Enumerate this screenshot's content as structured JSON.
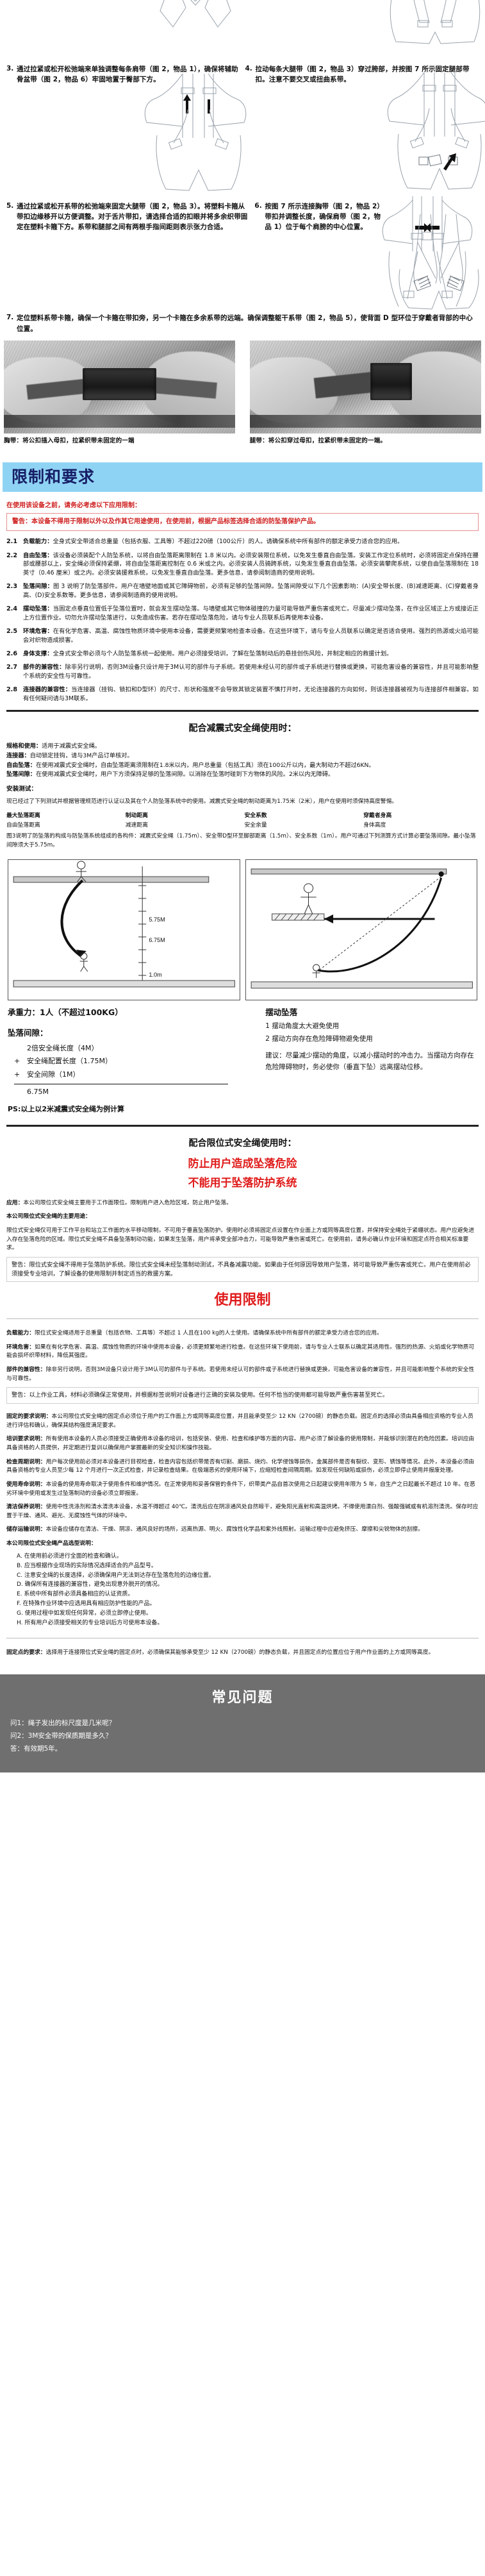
{
  "steps": [
    {
      "num": "3.",
      "text": "通过拉紧或松开松弛端来单独调整每条肩带（图 2，物品 1），确保将辅助骨盆带（图 2，物品 6）牢固地置于臀部下方。"
    },
    {
      "num": "4.",
      "text": "拉动每条大腿带（图 2，物品 3）穿过胯部，并按图 7 所示固定腿部带扣。注意不要交叉或扭曲系带。"
    },
    {
      "num": "5.",
      "text": "通过拉紧或松开系带的松弛端来固定大腿带（图 2，物品 3）。将塑料卡箍从带扣边缘移开以方便调整。对于舌片带扣，请选择合适的扣眼并将多余织带固定在塑料卡箍下方。系带和腿部之间有两根手指间距则表示张力合适。"
    },
    {
      "num": "6.",
      "text": "按图 7 所示连接胸带（图 2，物品 2）带扣并调整长度，确保肩带（图 2，物品 1）位于每个肩膀的中心位置。"
    },
    {
      "num": "7.",
      "text": "定位塑料系带卡箍，确保一个卡箍在带扣旁，另一个卡箍在多余系带的远端。确保调整躯干系带（图 2，物品 5），使背面 D 型环位于穿戴者背部的中心位置。"
    }
  ],
  "photos": [
    {
      "caption": "胸带：将公扣插入母扣，拉紧织带未固定的一端"
    },
    {
      "caption": "腿带：将公扣穿过母扣，拉紧织带未固定的一端。"
    }
  ],
  "limits_section": {
    "banner": "限制和要求",
    "red_heading": "在使用该设备之前，请务必考虑以下应用限制：",
    "red_box": "警告：本设备不得用于限制以外以及作其它用途使用，在使用前，根据产品标签选择合适的防坠落保护产品。",
    "clauses": [
      {
        "no": "2.1",
        "title": "负载能力：",
        "text": "全身式安全带适合总重量（包括衣服、工具等）不超过220磅（100公斤）的人。请确保系统中所有部件的额定承受力适合您的应用。"
      },
      {
        "no": "2.2",
        "title": "自由坠落：",
        "text": "该设备必须装配个人防坠系统，以将自由坠落距离限制在 1.8 米以内。必须安装限位系统，以免发生垂直自由坠落。安装工作定位系统时，必须将固定点保持在腰部或腰部以上，安全绳必须保持紧绷，将自由坠落距离控制在 0.6 米或之内。必须安装人员骑跨系统，以免发生垂直自由坠落。必须安装攀爬系统，以使自由坠落限制在 18 英寸（0.46 厘米）或之内。必须安装援救系统，以免发生垂直自由坠落。更多信息，请参阅制造商的使用说明。"
      },
      {
        "no": "2.3",
        "title": "坠落间隙：",
        "text": "图 3 说明了防坠落部件。用户在墙壁地面或其它障碍物前，必须有足够的坠落间隙。坠落间隙受以下几个因素影响：(A)安全带长度、(B)减速距离、(C)穿戴者身高、(D)安全系数等。更多信息，请参阅制造商的使用说明。"
      },
      {
        "no": "2.4",
        "title": "摆动坠落：",
        "text": "当固定点垂直位置低于坠落位置时，就会发生摆动坠落。与墙壁或其它物体碰撞的力量可能导致严重伤害或死亡。尽量减少摆动坠落，在作业区域正上方或接近正上方位置作业。切勿允许摆动坠落进行，以免造成伤害。若存在摆动坠落危险，请与专业人员联系后再使用本设备。"
      },
      {
        "no": "2.5",
        "title": "环境危害：",
        "text": "在有化学危害、高温、腐蚀性物质环境中使用本设备，需要更频繁地检查本设备。在这些环境下，请与专业人员联系以确定是否适合使用。强烈的热源或火焰可能会对织物造成损害。"
      },
      {
        "no": "2.6",
        "title": "身体支撑：",
        "text": "全身式安全带必须与个人防坠落系统一起使用。用户必须接受培训，了解在坠落制动后的悬挂创伤风险，并制定相应的救援计划。"
      },
      {
        "no": "2.7",
        "title": "部件的兼容性：",
        "text": "除非另行说明，否则3M设备只设计用于3M认可的部件与子系统。若使用未经认可的部件或子系统进行替换或更换，可能危害设备的兼容性，并且可能影响整个系统的安全性与可靠性。"
      },
      {
        "no": "2.8",
        "title": "连接器的兼容性：",
        "text": "当连接器（挂钩、锁扣和D型环）的尺寸、形状和强度不会导致其锁定装置不慎打开时，无论连接器的方向如何，则该连接器被视为与连接部件相兼容。如有任何疑问请与3M联系。"
      }
    ]
  },
  "shock_section": {
    "title": "配合减震式安全绳使用时：",
    "specs": [
      {
        "k": "规格和使用：",
        "v": "适用于减震式安全绳。"
      },
      {
        "k": "连接器：",
        "v": "自动锁定挂钩，请与3M产品订单核对。"
      },
      {
        "k": "自由坠落：",
        "v": "在使用减震式安全绳时，自由坠落距离须限制在1.8米以内，用户总重量（包括工具）须在100公斤以内，最大制动力不超过6KN。"
      },
      {
        "k": "坠落间隙：",
        "v": "在使用减震式安全绳时，用户下方须保持足够的坠落间隙。以消除在坠落时碰到下方物体的风险。2米以内无障碍。"
      }
    ],
    "subhead": "安装测试：",
    "subtext": "现已经过了下列测试并根据管理规范进行认证以及其在个人防坠落系统中的使用。减震式安全绳的制动距离为1.75米（2米），用户在使用时须保持高度警惕。",
    "cols": [
      {
        "h": "最大坠落距离",
        "t": "自由坠落距离"
      },
      {
        "h": "制动距离",
        "t": "减速距离"
      },
      {
        "h": "安全系数",
        "t": "安全余量"
      },
      {
        "h": "穿戴者身高",
        "t": "身体高度"
      }
    ],
    "note": "图3说明了防坠落的构成与防坠落系统组成的各构件：减震式安全绳（1.75m）、安全带D型环至脚部距离（1.5m）、安全系数（1m）。用户可通过下列测算方式计算必要坠落间隙。最小坠落间隙须大于5.75m。",
    "dim_labels": [
      "5.75M",
      "6.75M",
      "1.0m"
    ]
  },
  "summary": {
    "load_title": "承重力：1人（不超过100KG）",
    "gap_title": "坠落间隙：",
    "eq": [
      {
        "op": "",
        "v": "2倍安全绳长度（4M）"
      },
      {
        "op": "+",
        "v": "安全绳配置长度（1.75M）"
      },
      {
        "op": "+",
        "v": "安全间隙（1M）"
      }
    ],
    "total": "6.75M",
    "ps": "PS:以上以2米减震式安全绳为例计算",
    "swing_title": "摆动坠落",
    "swing_list": [
      "1 摆动角度太大避免使用",
      "2 摆动方向存在危险障碍物避免使用"
    ],
    "advice": "建议：尽量减少摆动的角度，以减小摆动时的冲击力。当摆动方向存在危险障碍物时，务必使你（垂直下坠）远离摆动位移。"
  },
  "limit_section": {
    "title": "配合限位式安全绳使用时：",
    "warn1": "防止用户造成坠落危险",
    "warn2": "不能用于坠落防护系统",
    "app_label": "应用：",
    "app_text": "本公司限位式安全绳主要用于工作面限位。限制用户进入危险区域，防止用户坠落。",
    "lead": "本公司限位式安全绳的主要用途：",
    "body": "限位式安全绳仅可用于工作平台和站立工作面的水平移动限制，不可用于垂直坠落防护。使用时必须将固定点设置在作业面上方或同等高度位置，并保持安全绳处于紧绷状态。用户应避免进入存在坠落危险的区域。限位式安全绳不具备坠落制动功能，如果发生坠落，用户将承受全部冲击力，可能导致严重伤害或死亡。在使用前，请务必确认作业环境和固定点符合相关标准要求。",
    "warn_box": "警告：限位式安全绳不得用于坠落防护系统。限位式安全绳未经坠落制动测试，不具备减震功能。如果由于任何原因导致用户坠落，将可能导致严重伤害或死亡。用户在使用前必须接受专业培训，了解设备的使用限制并制定适当的救援方案。"
  },
  "use_limit": {
    "title": "使用限制",
    "items": [
      {
        "k": "负载能力：",
        "v": "限位式安全绳适用于总重量（包括衣物、工具等）不超过 1 人且在100 kg的人士使用。请确保系统中所有部件的额定承受力适合您的应用。"
      },
      {
        "k": "环境危害：",
        "v": "如果在有化学危害、高温、腐蚀性物质的环境中使用本设备，必须更频繁地进行检查。在这些环境下使用前，请与专业人士联系以确定其适用性。强烈的热源、火焰或化学物质可能会损坏织带材料，降低其强度。"
      },
      {
        "k": "部件的兼容性：",
        "v": "除非另行说明，否则3M设备只设计用于3M认可的部件与子系统。若使用未经认可的部件或子系统进行替换或更换，可能危害设备的兼容性，并且可能影响整个系统的安全性与可靠性。"
      }
    ],
    "warn_box": "警告：以上作业工具，材料必须确保正常使用，并根据标签说明对设备进行正确的安装及使用。任何不恰当的使用都可能导致严重伤害甚至死亡。",
    "plan_k": "固定的要求说明：",
    "plan_v": "本公司限位式安全绳的固定点必须位于用户的工作面上方或同等高度位置，并且能承受至少 12 KN（2700磅）的静态负载。固定点的选择必须由具备相应资格的专业人员进行评估和确认，确保其结构强度满足要求。",
    "train_k": "培训要求说明：",
    "train_v": "所有使用本设备的人员必须接受正确使用本设备的培训，包括安装、使用、检查和维护等方面的内容。用户必须了解设备的使用限制，并能够识别潜在的危险因素。培训应由具备资格的人员提供，并定期进行复训以确保用户掌握最新的安全知识和操作技能。",
    "check_k": "检查周期说明：",
    "check_v": "用户每次使用前必须对本设备进行目视检查，检查内容包括织带是否有切割、磨损、烧灼、化学侵蚀等损伤，金属部件是否有裂纹、变形、锈蚀等情况。此外，本设备必须由具备资格的专业人员至少每 12 个月进行一次正式检查，并记录检查结果。在极端恶劣的使用环境下，应缩短检查间隔周期。如发现任何缺陷或损伤，必须立即停止使用并报废处理。",
    "life_k": "使用寿命说明：",
    "life_v": "本设备的使用寿命取决于使用条件和维护情况。在正常使用和妥善保管的条件下，织带类产品自首次使用之日起建议使用年限为 5 年，自生产之日起最长不超过 10 年。在恶劣环境中使用或发生过坠落制动的设备必须立即报废。",
    "clean_k": "清洁保养说明：",
    "clean_v": "使用中性洗涤剂和清水清洗本设备，水温不得超过 40℃。清洗后应在阴凉通风处自然晾干，避免阳光直射和高温烘烤。不得使用漂白剂、强酸强碱或有机溶剂清洗。保存时应置于干燥、通风、避光、无腐蚀性气体的环境中。",
    "store_k": "储存运输说明：",
    "store_v": "本设备应储存在清洁、干燥、阴凉、通风良好的场所，远离热源、明火、腐蚀性化学品和紫外线照射。运输过程中应避免挤压、摩擦和尖锐物体的刮擦。",
    "choose_lead": "本公司限位式安全绳产品选型说明：",
    "choose_items": [
      "A. 在使用前必须进行全面的检查和确认。",
      "B. 应当根据作业现场的实际情况选择适合的产品型号。",
      "C. 注意安全绳的长度选择，必须确保用户无法到达存在坠落危险的边缘位置。",
      "D. 确保所有连接器的兼容性，避免出现意外脱开的情况。",
      "E. 系统中所有部件必须具备相应的认证资质。",
      "F. 在特殊作业环境中应选用具有相应防护性能的产品。",
      "G. 使用过程中如发现任何异常，必须立即停止使用。",
      "H. 所有用户必须接受相关的专业培训后方可使用本设备。"
    ],
    "anchor_k": "固定点的要求：",
    "anchor_v": "选择用于连接限位式安全绳的固定点时，必须确保其能够承受至少 12 KN（2700磅）的静态负载，并且固定点的位置应位于用户作业面的上方或同等高度。"
  },
  "faq": {
    "title": "常见问题",
    "items": [
      "问1：绳子发出的标尺度是几米呢？",
      "问2：3M安全带的保质期是多久？",
      "答：有效期5年。"
    ]
  }
}
